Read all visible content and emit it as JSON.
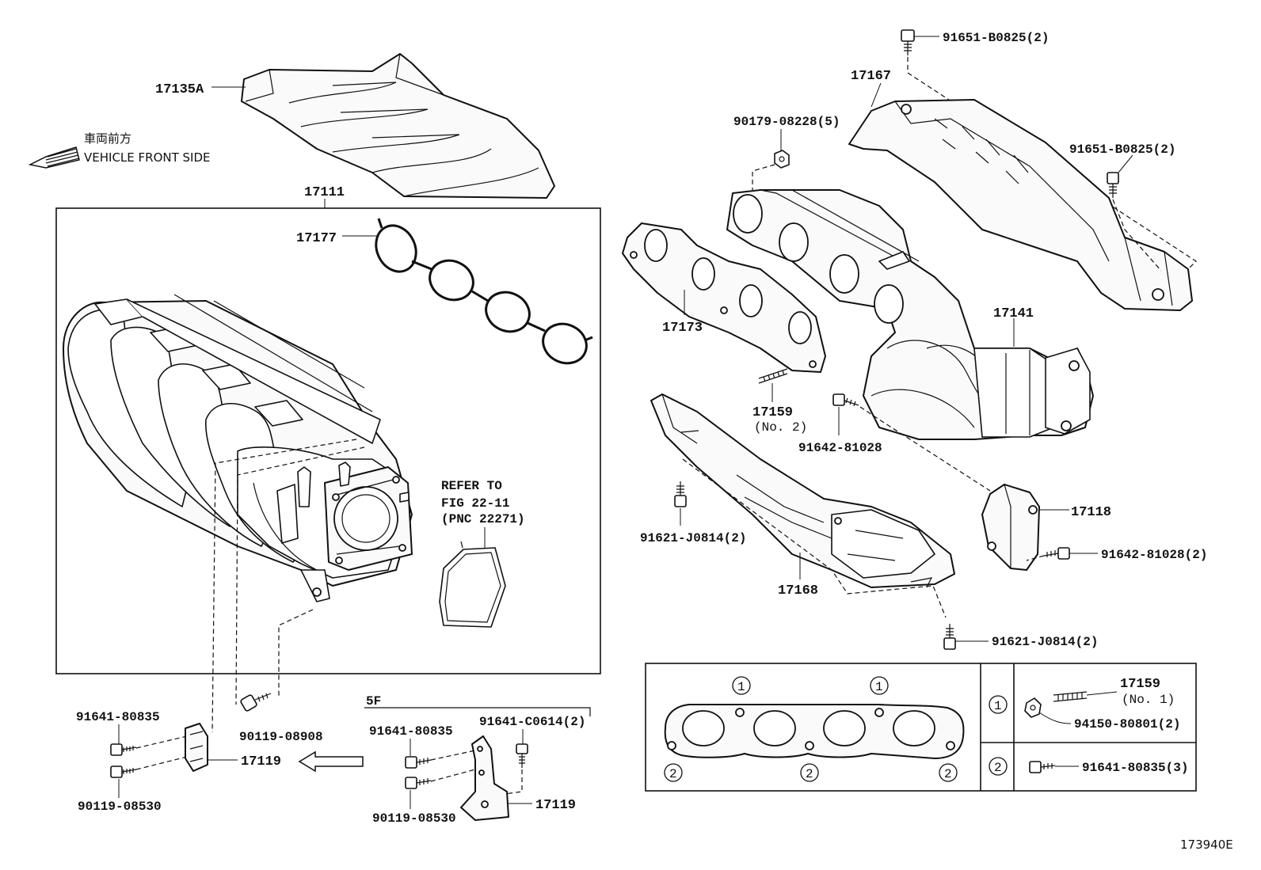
{
  "diagram_code": "173940E",
  "front_note": {
    "jp": "車両前方",
    "en": "VEHICLE FRONT SIDE"
  },
  "refer_note": {
    "line1": "REFER TO",
    "line2": "FIG 22-11",
    "line3": "(PNC 22271)"
  },
  "parts": {
    "cover_17135A": "17135A",
    "manifold_17111": "17111",
    "gasket_17177": "17177",
    "bracket_17119": "17119",
    "bracket_17119_5f": "17119",
    "heat_insulator_17167": "17167",
    "gasket_17173": "17173",
    "exhaust_manifold_17141": "17141",
    "stud_17159_no2": "17159",
    "stud_17159_no2_sub": "(No. 2)",
    "stay_17118": "17118",
    "insulator_17168": "17168",
    "bolt_91651_top": "91651-B0825(2)",
    "bolt_91651_right": "91651-B0825(2)",
    "nut_90179": "90179-08228(5)",
    "bolt_91642_center": "91642-81028",
    "bolt_91642_right": "91642-81028(2)",
    "bolt_91621_left": "91621-J0814(2)",
    "bolt_91621_bottom": "91621-J0814(2)",
    "bolt_91641_left": "91641-80835",
    "bolt_90119_08530_left": "90119-08530",
    "bolt_90119_08908": "90119-08908",
    "bolt_91641_5f": "91641-80835",
    "bolt_91641_c0614": "91641-C0614(2)",
    "bolt_90119_08530_5f": "90119-08530"
  },
  "variant_5f": "5F",
  "legend": {
    "marker_1": "1",
    "marker_2": "2",
    "row1_stud": "17159",
    "row1_stud_sub": "(No. 1)",
    "row1_nut": "94150-80801(2)",
    "row2_bolt": "91641-80835(3)"
  }
}
